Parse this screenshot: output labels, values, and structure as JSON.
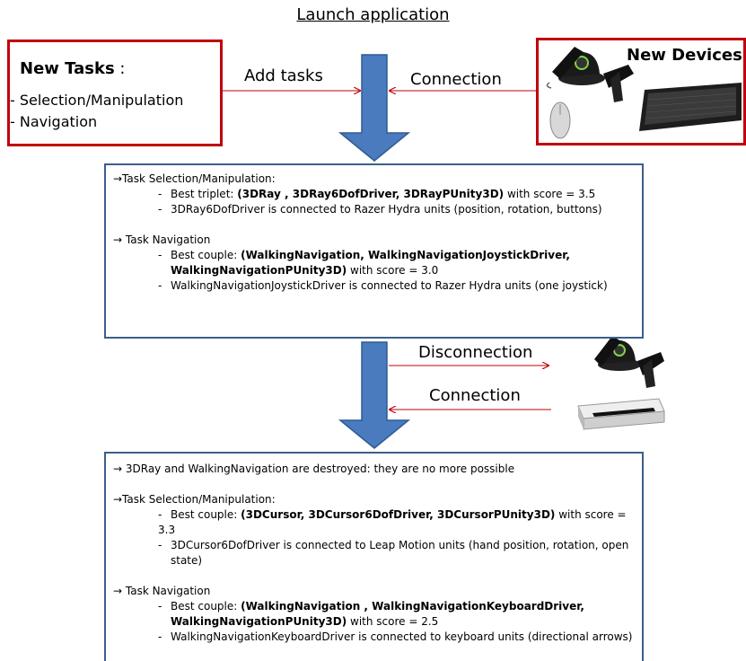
{
  "title": "Launch application",
  "new_tasks": {
    "heading": "New Tasks",
    "colon": " :",
    "items": [
      "- Selection/Manipulation",
      "- Navigation"
    ]
  },
  "new_devices": {
    "heading": "New Devices"
  },
  "arrows": {
    "add_tasks": "Add tasks",
    "connection_top": "Connection",
    "disconnection": "Disconnection",
    "connection_mid": "Connection"
  },
  "box1": {
    "sel_header": "→Task Selection/Manipulation:",
    "sel_b1_pre": "Best triplet: ",
    "sel_b1_bold": "(3DRay , 3DRay6DofDriver, 3DRayPUnity3D)",
    "sel_b1_post": " with score = 3.5",
    "sel_b2": "3DRay6DofDriver is connected to Razer Hydra units (position, rotation, buttons)",
    "nav_header": "→ Task Navigation",
    "nav_b1_pre": "Best couple: ",
    "nav_b1_bold1": "(WalkingNavigation, WalkingNavigationJoystickDriver,",
    "nav_b1_bold2": "WalkingNavigationPUnity3D)",
    "nav_b1_post": " with score = 3.0",
    "nav_b2": "WalkingNavigationJoystickDriver is connected to Razer Hydra units (one joystick)"
  },
  "box2": {
    "destroyed": "→ 3DRay and WalkingNavigation are destroyed: they are no more possible",
    "sel_header": "→Task Selection/Manipulation:",
    "sel_b1_pre": "Best couple: ",
    "sel_b1_bold": "(3DCursor, 3DCursor6DofDriver, 3DCursorPUnity3D)",
    "sel_b1_post": " with score = 3.3",
    "sel_b2a": "3DCursor6DofDriver is connected to Leap Motion units (hand position, rotation, open",
    "sel_b2b": "state)",
    "nav_header": "→ Task Navigation",
    "nav_b1_pre": "Best couple: ",
    "nav_b1_bold1": "(WalkingNavigation , WalkingNavigationKeyboardDriver,",
    "nav_b1_bold2": "WalkingNavigationPUnity3D)",
    "nav_b1_post": " with score = 2.5",
    "nav_b2": "WalkingNavigationKeyboardDriver is connected to keyboard units (directional arrows)"
  },
  "dash": "-",
  "colors": {
    "red": "#c0000b",
    "blue_arrow": "#4a7bbf",
    "blue_border": "#3b5f8a"
  },
  "icons": [
    "razer-hydra-icon",
    "mouse-icon",
    "keyboard-icon",
    "leap-motion-icon"
  ]
}
